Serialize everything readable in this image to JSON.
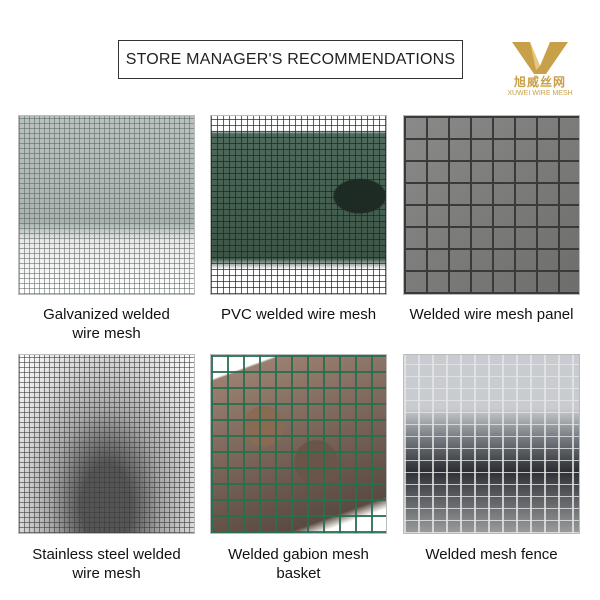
{
  "header": {
    "title": "STORE MANAGER'S RECOMMENDATIONS"
  },
  "logo": {
    "cn": "旭威丝网",
    "en": "XUWEI WIRE MESH",
    "color": "#c9a04a"
  },
  "products": [
    {
      "name": "Galvanized welded wire mesh",
      "line1": "Galvanized welded",
      "line2": "wire mesh"
    },
    {
      "name": "PVC welded wire mesh",
      "line1": "PVC welded wire mesh",
      "line2": ""
    },
    {
      "name": "Welded wire mesh panel",
      "line1": "Welded wire mesh panel",
      "line2": ""
    },
    {
      "name": "Stainless steel welded wire mesh",
      "line1": "Stainless steel welded",
      "line2": "wire mesh"
    },
    {
      "name": "Welded gabion mesh basket",
      "line1": "Welded gabion mesh",
      "line2": "basket"
    },
    {
      "name": "Welded mesh fence",
      "line1": "Welded mesh fence",
      "line2": ""
    }
  ]
}
